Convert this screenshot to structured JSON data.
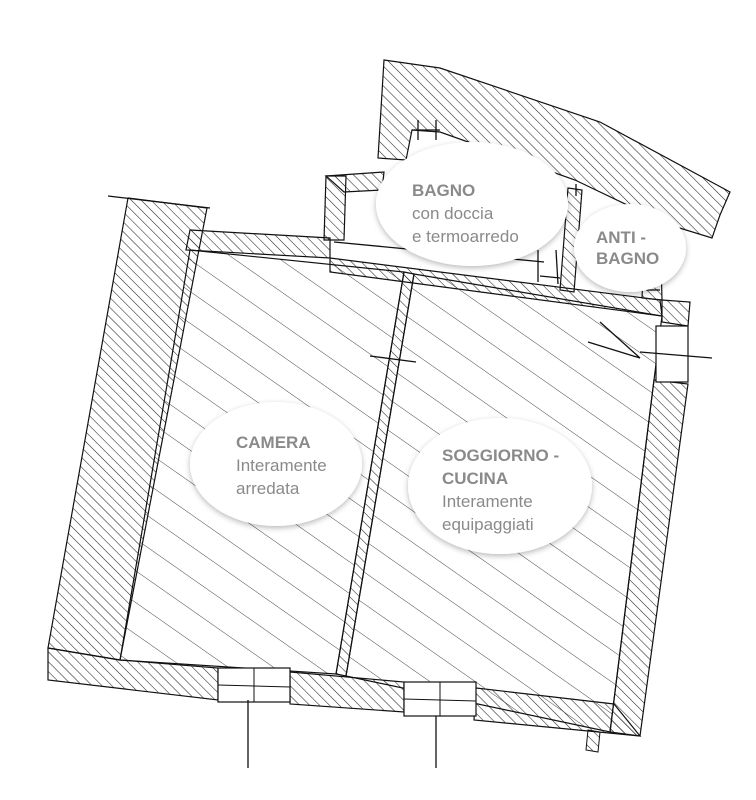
{
  "rooms": {
    "bagno": {
      "name": "BAGNO",
      "line2": "con doccia",
      "line3": "e termoarredo"
    },
    "antibagno": {
      "line1": "ANTI -",
      "line2": "BAGNO"
    },
    "camera": {
      "name": "CAMERA",
      "line2": "Interamente",
      "line3": "arredata"
    },
    "soggiorno": {
      "line1": "SOGGIORNO -",
      "line2": "CUCINA",
      "line3": "Interamente",
      "line4": "equipaggiati"
    }
  }
}
